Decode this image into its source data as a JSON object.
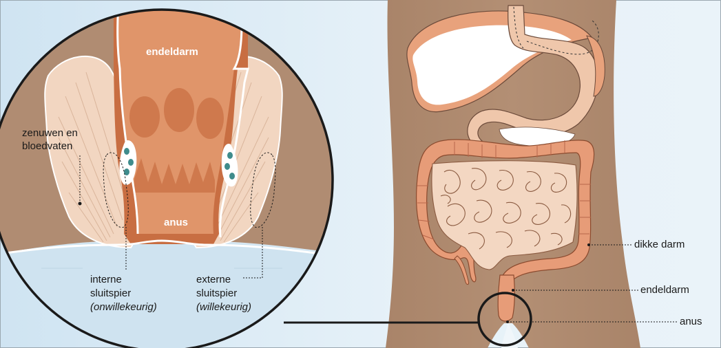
{
  "colors": {
    "skin": "#b08c72",
    "skin_dark": "#a07d63",
    "background_blue": "#dbeaf4",
    "rectum": "#d98b60",
    "rectum_dark": "#c46a3d",
    "muscle": "#f2d6c1",
    "organ_peach": "#eebe9f",
    "liver": "#e8a27c",
    "intestine": "#f3d7c2",
    "colon": "#e79c78",
    "frame": "#1a1a1a"
  },
  "icons": {
    "magnifier": "circle-magnifier-icon",
    "connector": "leader-line"
  },
  "zoom_labels": {
    "endeldarm": "endeldarm",
    "anus": "anus",
    "zenuwen_line1": "zenuwen en",
    "zenuwen_line2": "bloedvaten",
    "interne_line1": "interne",
    "interne_line2": "sluitspier",
    "interne_note": "(onwillekeurig)",
    "externe_line1": "externe",
    "externe_line2": "sluitspier",
    "externe_note": "(willekeurig)"
  },
  "body_labels": {
    "dikke_darm": "dikke darm",
    "endeldarm": "endeldarm",
    "anus": "anus"
  }
}
